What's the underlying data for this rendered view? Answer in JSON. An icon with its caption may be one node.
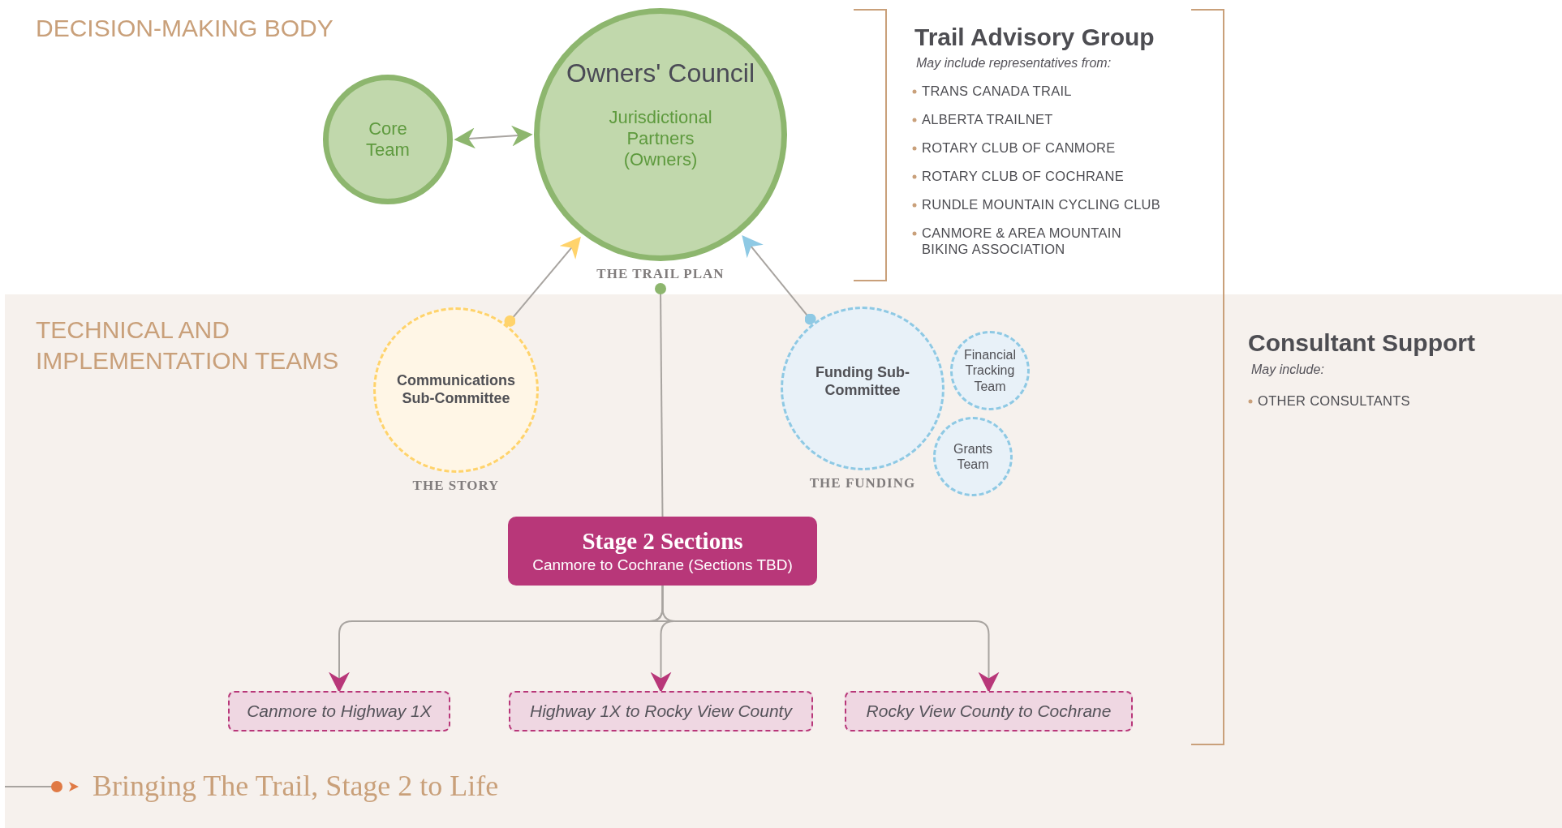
{
  "diagram": {
    "caption": "Bringing The Trail, Stage 2 to Life",
    "nodes": [
      {
        "text": [
          "Core Team"
        ]
      },
      {
        "text": [
          "Owners' Council",
          "Jurisdictional Partners (Owners)"
        ],
        "beside": [
          "THE TRAIL PLAN"
        ]
      },
      {
        "text": [
          "Communications Sub-Committee"
        ],
        "beside": [
          "THE STORY"
        ]
      },
      {
        "text": [
          "Funding Sub-Committee"
        ],
        "beside": [
          "THE FUNDING"
        ]
      },
      {
        "text": [
          "Financial Tracking Team"
        ]
      },
      {
        "text": [
          "Grants Team"
        ]
      },
      {
        "text": [
          "Stage 2 Sections",
          "Canmore to Cochrane (Sections TBD)"
        ]
      },
      {
        "text": [
          "Canmore to Highway 1X"
        ]
      },
      {
        "text": [
          "Highway 1X to Rocky View County"
        ]
      },
      {
        "text": [
          "Rocky View County to Cochrane"
        ]
      }
    ],
    "edges": [
      {
        "from": 0,
        "to": 1,
        "arrow": "both"
      },
      {
        "from": 2,
        "to": 1,
        "arrow": "to"
      },
      {
        "from": 3,
        "to": 1,
        "arrow": "to"
      },
      {
        "from": 6,
        "to": 1,
        "arrow": "other"
      },
      {
        "from": 6,
        "to": 7,
        "arrow": "to"
      },
      {
        "from": 6,
        "to": 8,
        "arrow": "to"
      },
      {
        "from": 6,
        "to": 9,
        "arrow": "to"
      }
    ],
    "labels": [
      "DECISION-MAKING BODY",
      "Trail Advisory Group",
      "May include representatives from:",
      "TRANS CANADA TRAIL",
      "ALBERTA TRAILNET",
      "ROTARY CLUB OF CANMORE",
      "ROTARY CLUB OF COCHRANE",
      "RUNDLE MOUNTAIN CYCLING CLUB",
      "CANMORE & AREA MOUNTAIN BIKING ASSOCIATION",
      "TECHNICAL AND IMPLEMENTATION TEAMS",
      "Consultant Support",
      "May include:",
      "OTHER CONSULTANTS"
    ]
  }
}
